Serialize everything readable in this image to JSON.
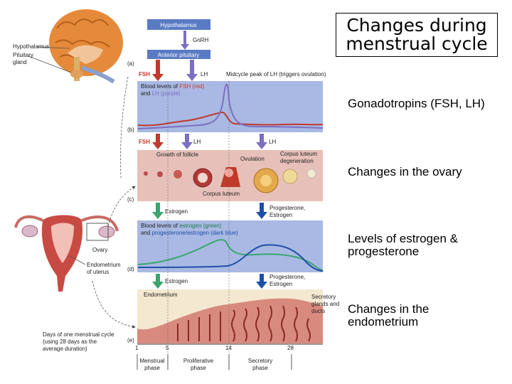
{
  "title": {
    "line1": "Changes during",
    "line2": "menstrual cycle"
  },
  "side_labels": {
    "gonadotropins": "Gonadotropins (FSH, LH)",
    "ovary": "Changes in the ovary",
    "estrogen_line1": "Levels of estrogen &",
    "estrogen_line2": "progesterone",
    "endometrium_line1": "Changes in the",
    "endometrium_line2": "endometrium"
  },
  "diagram": {
    "hypothalamus_box": "Hypothalamus",
    "gnrh": "GnRH",
    "anterior_pituitary_box": "Anterior pituitary",
    "hypothalamus_label": "Hypothalamus",
    "pituitary_label_1": "Pituitary",
    "pituitary_label_2": "gland",
    "panel_a": "(a)",
    "panel_b": "(b)",
    "panel_c": "(c)",
    "panel_d": "(d)",
    "panel_e": "(e)",
    "fsh": "FSH",
    "lh": "LH",
    "midcycle_peak": "Midcycle peak of LH (triggers ovulation)",
    "blood_levels_1_a": "Blood levels of ",
    "blood_levels_1_fsh": "FSH (red)",
    "blood_levels_2_a": "and ",
    "blood_levels_2_lh": "LH (purple)",
    "growth_of_follicle": "Growth of follicle",
    "ovulation": "Ovulation",
    "corpus_luteum_degeneration_1": "Corpus luteum",
    "corpus_luteum_degeneration_2": "degeneration",
    "corpus_luteum": "Corpus luteum",
    "estrogen": "Estrogen",
    "progesterone_estrogen_1": "Progesterone,",
    "progesterone_estrogen_2": "Estrogen",
    "blood_levels_est_1_a": "Blood levels of ",
    "blood_levels_est_1_b": "estrogen (green)",
    "blood_levels_est_2_a": "and ",
    "blood_levels_est_2_b": "progesterone/estrogen (dark blue)",
    "ovary_label": "Ovary",
    "endometrium_of_uterus_1": "Endometrium",
    "endometrium_of_uterus_2": "of uterus",
    "endometrium": "Endometrium",
    "secretory_1": "Secretory",
    "secretory_2": "glands and",
    "secretory_3": "ducts",
    "days_caption_1": "Days of one menstrual cycle",
    "days_caption_2": "(using 28 days as the",
    "days_caption_3": "average duration)",
    "days": [
      "1",
      "5",
      "14",
      "28"
    ],
    "menstrual_phase_1": "Menstrual",
    "menstrual_phase_2": "phase",
    "proliferative_phase_1": "Proliferative",
    "proliferative_phase_2": "phase",
    "secretory_phase_1": "Secretory",
    "secretory_phase_2": "phase"
  },
  "colors": {
    "panel_blue": "#a9b9e3",
    "fsh_red": "#c0392b",
    "lh_purple": "#7b6fc2",
    "estrogen_green": "#3aa66f",
    "progesterone_blue": "#1d4fa8",
    "box_blue": "#5a7bc4",
    "tissue_pink": "#e7c1b9"
  }
}
